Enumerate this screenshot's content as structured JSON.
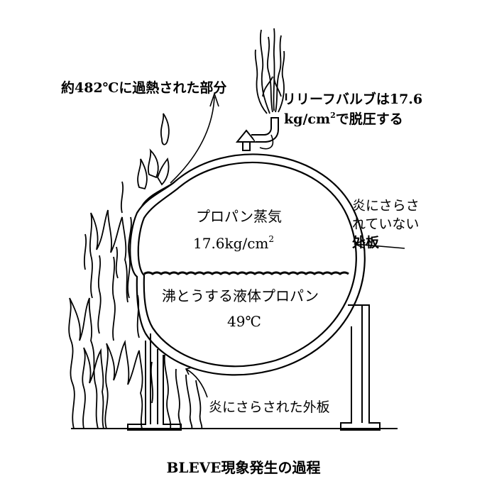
{
  "labels": {
    "overheated_part": "約482℃に過熱された部分",
    "relief_valve_line1": "リリーフバルブは17.6",
    "relief_valve_line2_a": "kg/cm",
    "relief_valve_line2_sup": "2",
    "relief_valve_line2_b": "で脱圧する",
    "vapor_title": "プロパン蒸気",
    "vapor_pressure_a": "17.6kg/cm",
    "vapor_pressure_sup": "2",
    "liquid_title": "沸とうする液体プロパン",
    "liquid_temp": "49℃",
    "unexposed_line1": "炎にさらさ",
    "unexposed_line2": "れていない",
    "unexposed_line3": "外板",
    "exposed_shell": "炎にさらされた外板"
  },
  "caption": "BLEVE現象発生の過程"
}
